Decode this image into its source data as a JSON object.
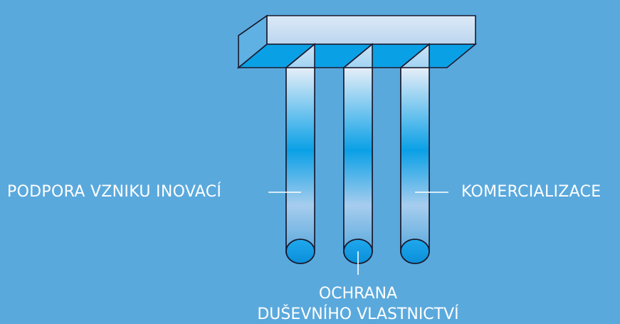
{
  "labels": {
    "left": "PODPORA VZNIKU INOVACÍ",
    "right": "KOMERCIALIZACE",
    "bottom_line1": "OCHRANA",
    "bottom_line2": "DUŠEVNÍHO VLASTNICTVÍ"
  },
  "colors": {
    "background": "#5aa9dd",
    "outline": "#1a1a2e",
    "beam_light": "#dbe9f7",
    "accent_blue": "#0aa0e6",
    "text": "#ffffff"
  }
}
